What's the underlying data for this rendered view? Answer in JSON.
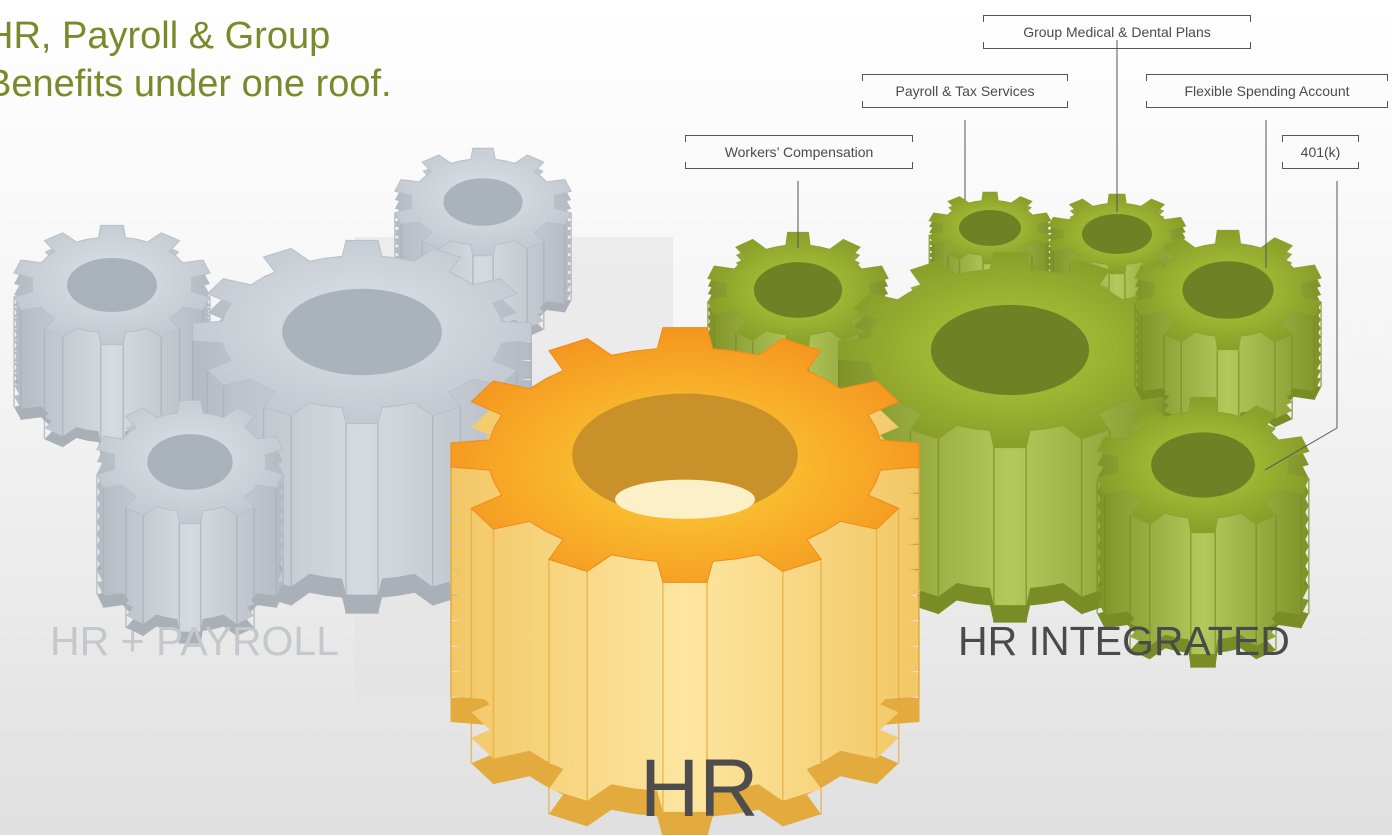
{
  "headline": {
    "line1": "HR, Payroll & Group",
    "line2": "Benefits under one roof."
  },
  "captions": {
    "hr_payroll": "HR + PAYROLL",
    "hr_integrated": "HR INTEGRATED",
    "hr": "HR"
  },
  "callouts": {
    "group_medical": "Group Medical & Dental Plans",
    "payroll_tax": "Payroll & Tax Services",
    "fsa": "Flexible Spending Account",
    "workers_comp": "Workers’ Compensation",
    "k401": "401(k)"
  },
  "colors": {
    "gray_gear": "#c2c8d0",
    "green_gear": "#9bb133",
    "orange_gear": "#f59a1e",
    "headline_text": "#7a8a2a"
  }
}
